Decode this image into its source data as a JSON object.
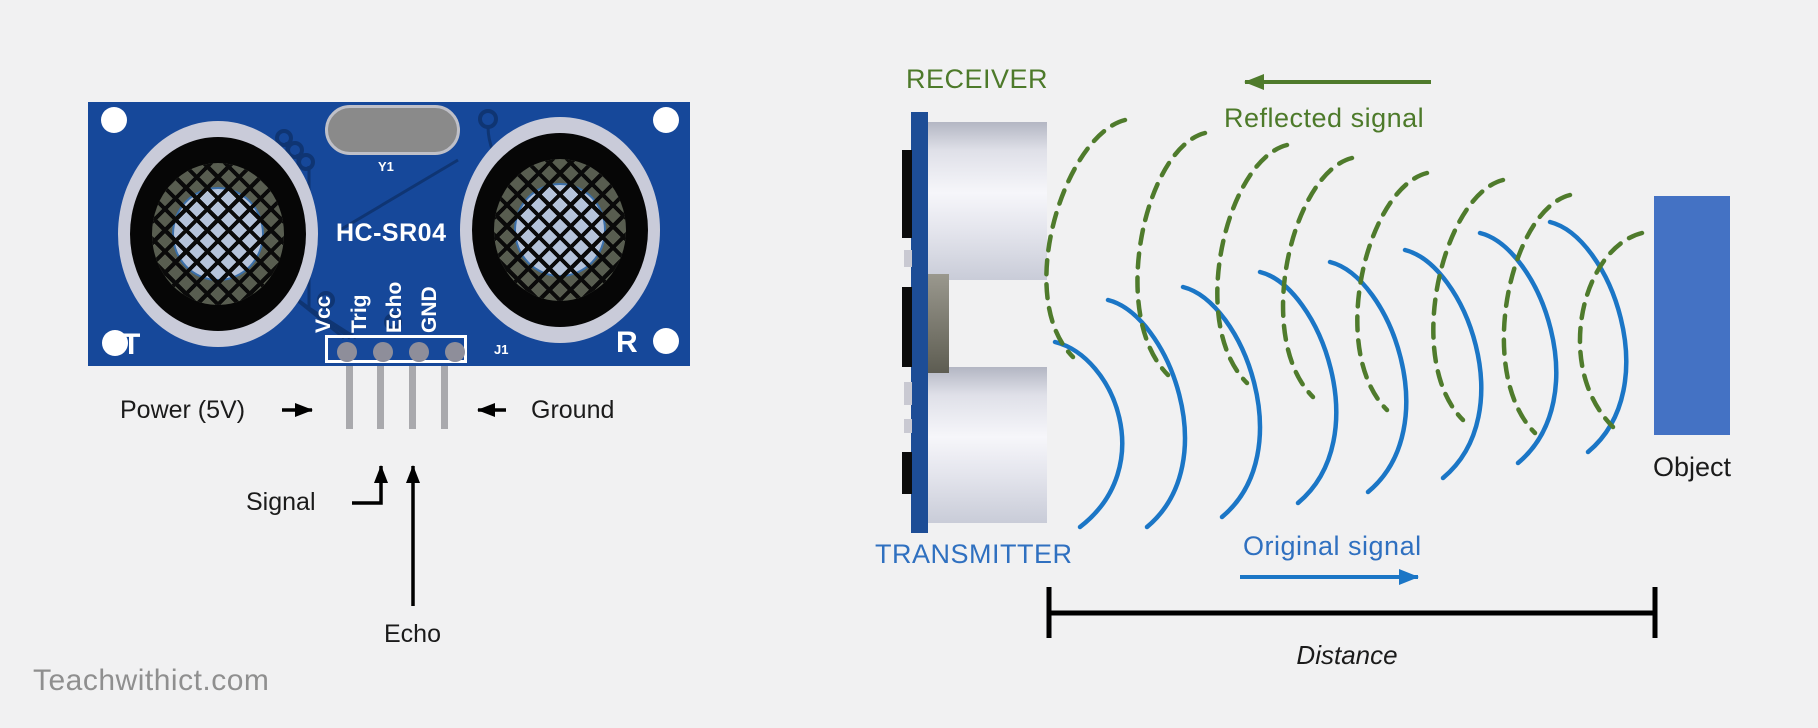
{
  "colors": {
    "board-blue": "#16489a",
    "trace-navy": "#0f3573",
    "ring-gray": "#c9cbd9",
    "mesh-olive": "#585d50",
    "mesh-core": "#b5c3da",
    "pin-gray": "#8e8e9a",
    "leg-gray": "#a9a9ad",
    "crystal-gray": "#8a8a8a",
    "bar-blue": "#1d4d96",
    "chip-black": "#0c0c0c",
    "wave-blue": "#1b76c6",
    "wave-green": "#4f7b2c",
    "label-blue": "#2f70c0",
    "label-green": "#4d7a2a",
    "object-blue": "#4472c4",
    "ink": "#1b1b1b",
    "watermark-gray": "#8f8f8f"
  },
  "sensor_front": {
    "model": "HC-SR04",
    "crystal_label": "Y1",
    "connector_label": "J1",
    "transducer_left_letter": "T",
    "transducer_right_letter": "R",
    "pin_labels": [
      "Vcc",
      "Trig",
      "Echo",
      "GND"
    ],
    "annotations": {
      "power": "Power (5V)",
      "ground": "Ground",
      "signal": "Signal",
      "echo": "Echo"
    }
  },
  "side_view": {
    "receiver_label": "RECEIVER",
    "transmitter_label": "TRANSMITTER",
    "reflected_signal_label": "Reflected signal",
    "original_signal_label": "Original signal",
    "object_label": "Object",
    "distance_label": "Distance"
  },
  "watermark": "Teachwithict.com"
}
